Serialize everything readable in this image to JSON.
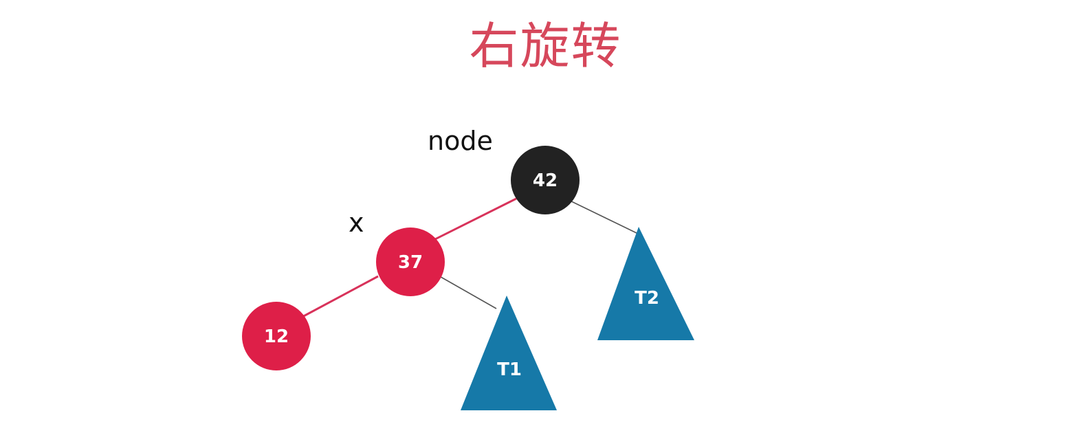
{
  "title": "右旋转",
  "labels": {
    "node": "node",
    "x": "x"
  },
  "nodes": {
    "n42": {
      "value": "42",
      "color": "black"
    },
    "n37": {
      "value": "37",
      "color": "red"
    },
    "n12": {
      "value": "12",
      "color": "red"
    }
  },
  "subtrees": {
    "t1": {
      "label": "T1"
    },
    "t2": {
      "label": "T2"
    }
  },
  "colors": {
    "title": "#d6475b",
    "red_node": "#de1f48",
    "black_node": "#222222",
    "red_edge": "#d8325a",
    "black_edge": "#555555",
    "subtree": "#1679a8"
  }
}
